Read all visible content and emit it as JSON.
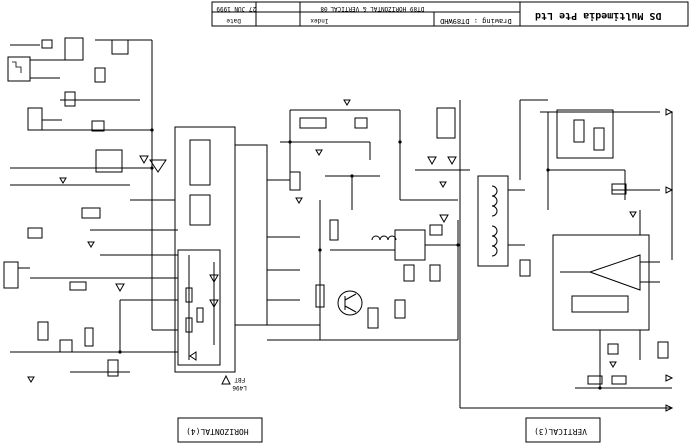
{
  "title_block": {
    "company": "DS Multimedia Pte Ltd",
    "drawing": "Drawing : DT89WHD",
    "subtitle": "DT89  HORIZONTAL & VERTICAL",
    "index_label": "Index",
    "index_value": "08",
    "date_label": "Date",
    "date_value": "27 JUN 1999"
  },
  "section_labels": {
    "horizontal": "HORIZONTAL(4)",
    "vertical": "VERTICAL(3)",
    "fbt": "FBT",
    "fbt_part": "L496"
  },
  "colors": {
    "ink": "#000000",
    "paper": "#ffffff"
  }
}
